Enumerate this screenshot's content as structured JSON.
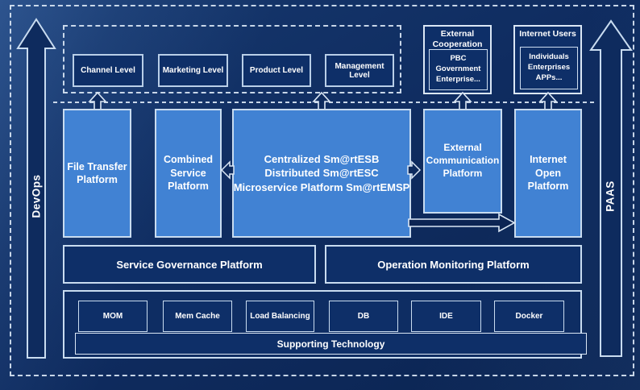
{
  "rails": {
    "left_label": "DevOps",
    "right_label": "PAAS"
  },
  "levels": {
    "items": [
      "Channel Level",
      "Marketing Level",
      "Product Level",
      "Management Level"
    ]
  },
  "external_cooperation": {
    "title": "External Cooperation",
    "members": "PBC Government Enterprise..."
  },
  "internet_users": {
    "title": "Internet Users",
    "members": "Individuals Enterprises APPs..."
  },
  "platforms": {
    "file_transfer": "File Transfer Platform",
    "combined_service": "Combined Service Platform",
    "central": {
      "lines": [
        "Centralized Sm@rtESB",
        "Distributed Sm@rtESC",
        "Microservice Platform Sm@rtEMSP"
      ]
    },
    "external_communication": "External Communication Platform",
    "internet_open": "Internet Open Platform"
  },
  "management_row": {
    "service_governance": "Service Governance Platform",
    "operation_monitoring": "Operation Monitoring Platform"
  },
  "supporting": {
    "items": [
      "MOM",
      "Mem Cache",
      "Load Balancing",
      "DB",
      "IDE",
      "Docker"
    ],
    "bar_label": "Supporting Technology"
  },
  "colors": {
    "background": "#0f2c60",
    "panel_blue": "#4182d3",
    "box_navy": "#0e2f68",
    "line_light": "#c9dcf0"
  }
}
